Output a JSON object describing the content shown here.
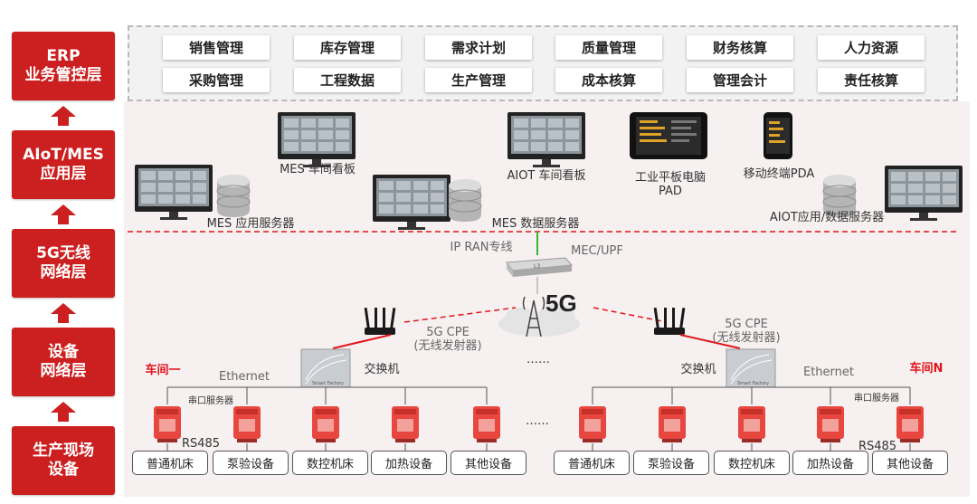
{
  "layers": [
    {
      "label": "ERP\n业务管控层"
    },
    {
      "label": "AIoT/MES\n应用层"
    },
    {
      "label": "5G无线\n网络层"
    },
    {
      "label": "设备\n网络层"
    },
    {
      "label": "生产现场\n设备"
    }
  ],
  "erp_modules": [
    "销售管理",
    "库存管理",
    "需求计划",
    "质量管理",
    "财务核算",
    "人力资源",
    "采购管理",
    "工程数据",
    "生产管理",
    "成本核算",
    "管理会计",
    "责任核算"
  ],
  "app": {
    "mes_board": "MES 车间看板",
    "mes_app_server": "MES 应用服务器",
    "mes_data_server": "MES 数据服务器",
    "aiot_board": "AIOT 车间看板",
    "tablet": "工业平板电脑\nPAD",
    "mobile": "移动终端PDA",
    "aiot_server": "AIOT应用/数据服务器"
  },
  "network": {
    "ip_ran": "IP RAN专线",
    "mec_upf": "MEC/UPF",
    "fiveg": "5G",
    "cpe_left": "5G CPE\n(无线发射器)",
    "cpe_right": "5G CPE\n(无线发射器)",
    "dots_mid": "……"
  },
  "workshop_left": {
    "name": "车间一",
    "ethernet": "Ethernet",
    "switch": "交换机",
    "serial_server": "串口服务器",
    "rs485": "RS485",
    "machines": [
      "普通机床",
      "泵验设备",
      "数控机床",
      "加热设备",
      "其他设备"
    ]
  },
  "workshop_right": {
    "name": "车间N",
    "ethernet": "Ethernet",
    "switch": "交换机",
    "serial_server": "串口服务器",
    "rs485": "RS485",
    "machines": [
      "普通机床",
      "泵验设备",
      "数控机床",
      "加热设备",
      "其他设备"
    ]
  },
  "dots_devices": "……",
  "colors": {
    "accent": "#e2141b",
    "layer_bg": "#cc1f1f"
  }
}
